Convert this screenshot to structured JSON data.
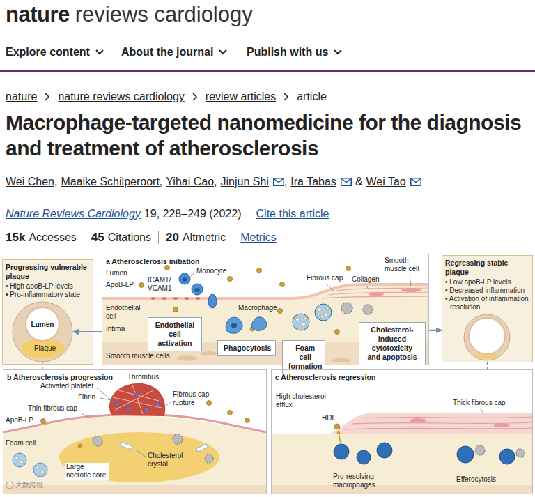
{
  "diagram": {
    "title": "Macrophage-targeted nanomedicine for the diagnosis and treatment of atherosclerosis",
    "nodes": [
      {
        "text": [
          "Progressing vulnerable plaque",
          "• High apoB-LP levels",
          "• Pro-inflammatory state"
        ]
      },
      {
        "text": [
          "Lumen",
          "Plaque"
        ],
        "in": 0
      },
      {
        "text": [
          "a Atherosclerosis initiation"
        ]
      },
      {
        "text": [
          "Endothelial cell activation"
        ],
        "in": 2
      },
      {
        "text": [
          "Phagocytosis"
        ],
        "in": 2
      },
      {
        "text": [
          "Foam cell formation"
        ],
        "in": 2
      },
      {
        "text": [
          "Cholesterol-induced cytotoxicity and apoptosis"
        ],
        "in": 2
      },
      {
        "text": [
          "Regressing stable plaque",
          "• Low apoB-LP levels",
          "• Decreased inflammation",
          "• Activation of inflammation resolution"
        ]
      },
      {
        "text": [
          "b Atherosclerosis progression"
        ]
      },
      {
        "text": [
          "c Atherosclerosis regression"
        ]
      }
    ],
    "edges": [
      {
        "from": 2,
        "to": 1,
        "arrow": "to"
      },
      {
        "from": 2,
        "to": 7,
        "arrow": "to"
      },
      {
        "from": 1,
        "to": 8,
        "arrow": "none"
      },
      {
        "from": 7,
        "to": 9,
        "arrow": "none"
      }
    ],
    "labels": [
      "nature",
      "reviews cardiology",
      "Explore content",
      "About the journal",
      "Publish with us",
      "nature",
      "nature reviews cardiology",
      "review articles",
      "article",
      "Wei Chen",
      ",",
      "Maaike Schilperoort",
      ",",
      "Yihai Cao",
      ",",
      "Jinjun Shi",
      ",",
      "Ira Tabas",
      "&",
      "Wei Tao",
      "Nature Reviews Cardiology",
      "19, 228–249 (2022)",
      "Cite this article",
      "15k",
      "Accesses",
      "45",
      "Citations",
      "20",
      "Altmetric",
      "Metrics",
      "Lumen",
      "Monocyte",
      "ApoB-LP",
      "ICAM1/ VCAM1",
      "Fibrous cap",
      "Smooth muscle cell",
      "Collagen",
      "Endothelial cell",
      "Intima",
      "Macrophage",
      "Smooth muscle cells",
      "Thrombus",
      "Activated platelet",
      "Fibrin",
      "Thin fibrous cap",
      "Fibrous cap rupture",
      "ApoB-LP",
      "Foam cell",
      "Large necrotic core",
      "Cholesterol crystal",
      "High cholesterol efflux",
      "HDL",
      "Thick fibrous cap",
      "Pro-resolving macrophages",
      "Efferocytosis",
      "大数跨境"
    ]
  }
}
